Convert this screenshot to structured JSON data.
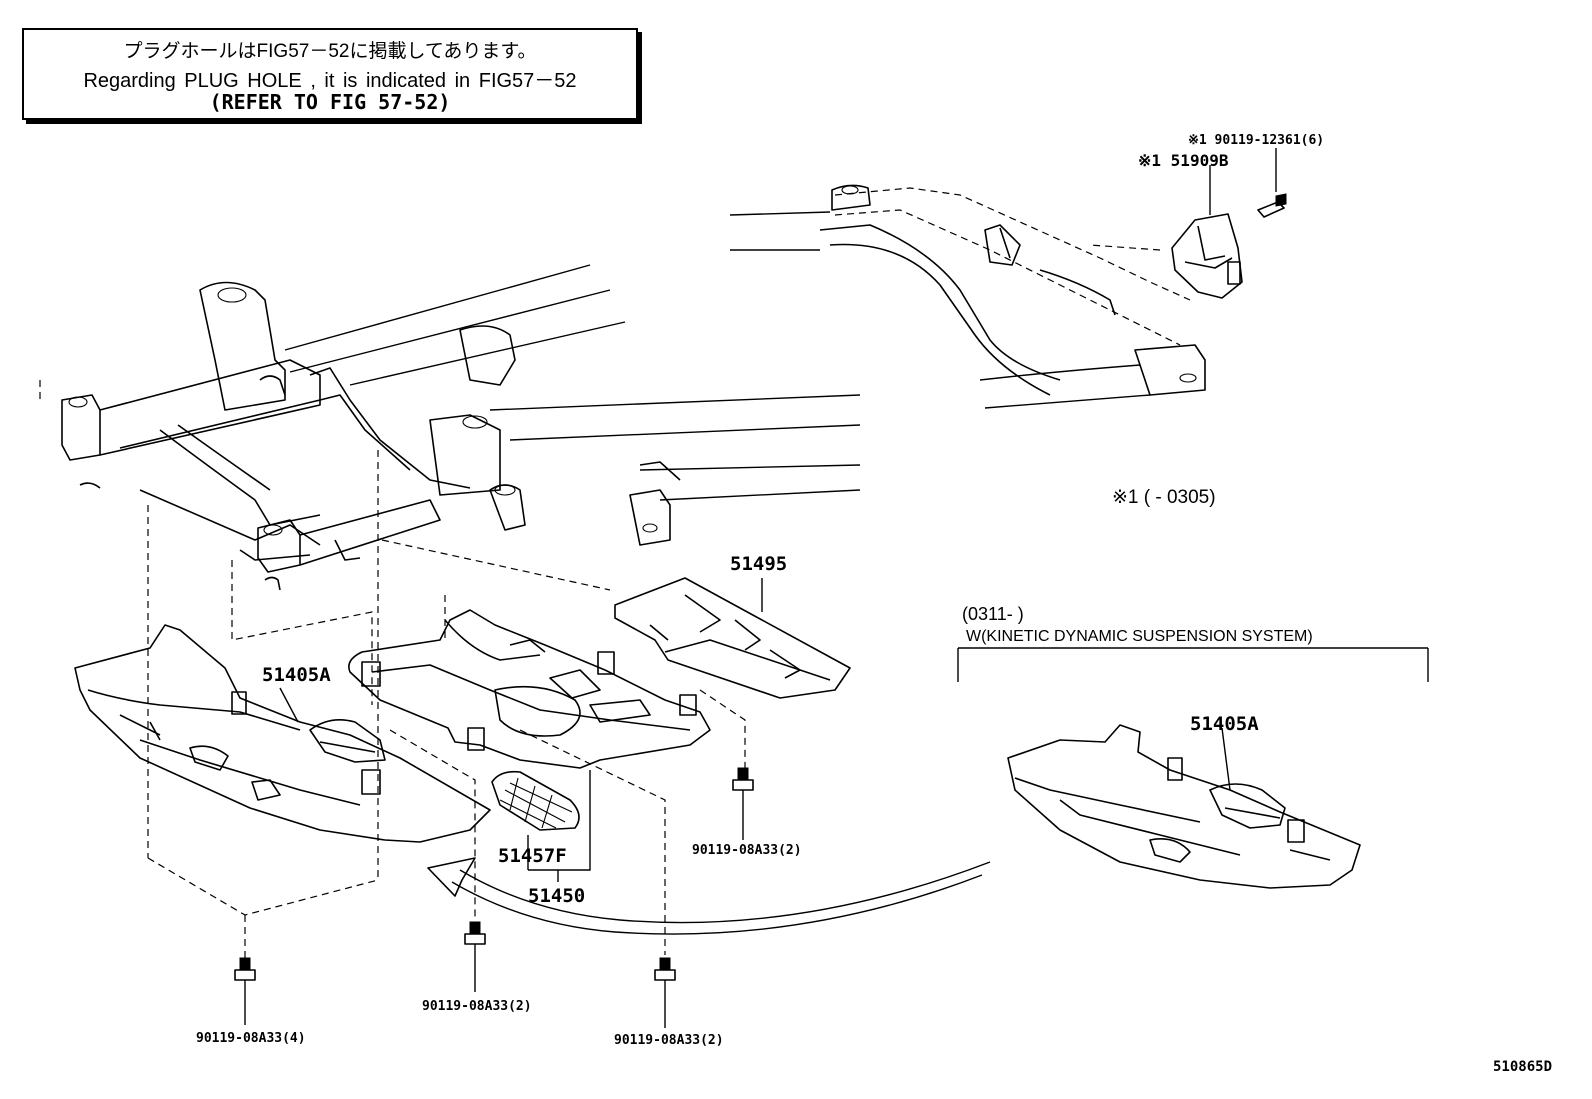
{
  "note": {
    "line_ja": "プラグホールはFIG57－52に掲載してあります。",
    "line_en": "Regarding  PLUG HOLE , it is  indicated  in  FIG57－52",
    "line_refer": "(REFER TO FIG 57-52)"
  },
  "callouts": {
    "p_90119_12361": "※1  90119-12361(6)",
    "p_51909B": "※1  51909B",
    "p_51495": "51495",
    "p_51405A_left": "51405A",
    "p_51457F": "51457F",
    "p_51450": "51450",
    "p_bolt_mid_right": "90119-08A33(2)",
    "p_bolt_left": "90119-08A33(4)",
    "p_bolt_center": "90119-08A33(2)",
    "p_bolt_bottom_right": "90119-08A33(2)",
    "p_51405A_right": "51405A"
  },
  "notes": {
    "range_note": "※1 (          - 0305)",
    "variant_range": "(0311-        )",
    "variant_desc": "W(KINETIC  DYNAMIC  SUSPENSION  SYSTEM)"
  },
  "figure_id": "510865D"
}
